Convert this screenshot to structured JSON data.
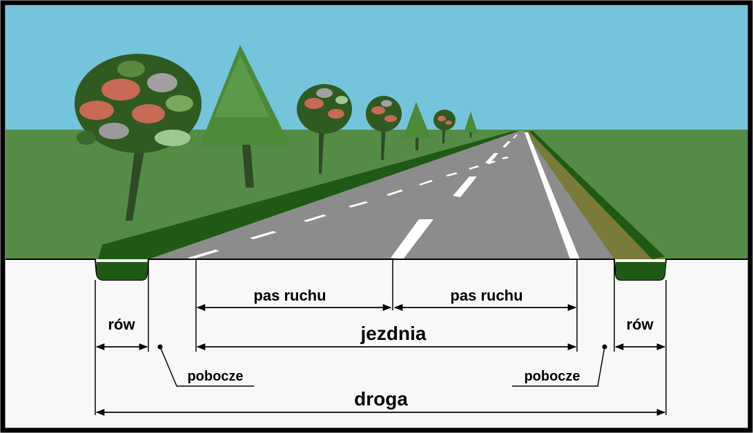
{
  "labels": {
    "lane_left": "pas ruchu",
    "lane_right": "pas ruchu",
    "carriageway": "jezdnia",
    "ditch_left": "rów",
    "ditch_right": "rów",
    "shoulder_left": "pobocze",
    "shoulder_right": "pobocze",
    "road": "droga"
  },
  "colors": {
    "sky": "#74c4dc",
    "grass": "#548c46",
    "asphalt": "#8c8c8c",
    "verge_dark": "#1f5a14",
    "ditch_olive": "#7a7a3a",
    "lane_marking": "#ffffff",
    "background": "#f8f8f8",
    "frame": "#000000"
  }
}
